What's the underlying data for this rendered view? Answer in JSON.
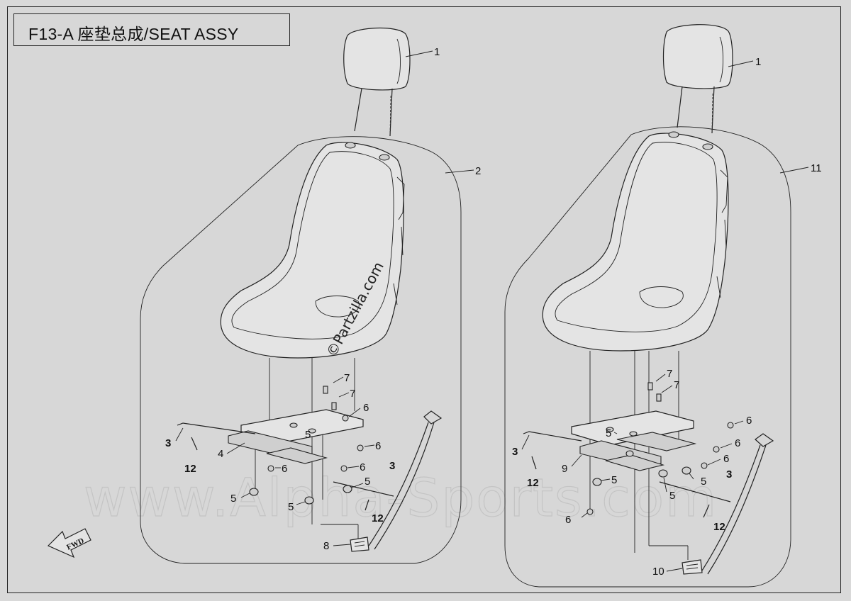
{
  "title": "F13-A 座垫总成/SEAT ASSY",
  "fwd_label": "FWD",
  "watermark": {
    "main": "www.Alpha-Sports.com",
    "partzilla": "©Partzilla.com"
  },
  "left_assembly": {
    "callouts": [
      {
        "id": "l-1",
        "text": "1"
      },
      {
        "id": "l-2",
        "text": "2"
      },
      {
        "id": "l-3a",
        "text": "3"
      },
      {
        "id": "l-3b",
        "text": "3"
      },
      {
        "id": "l-4",
        "text": "4"
      },
      {
        "id": "l-5a",
        "text": "5"
      },
      {
        "id": "l-5b",
        "text": "5"
      },
      {
        "id": "l-5c",
        "text": "5"
      },
      {
        "id": "l-5d",
        "text": "5"
      },
      {
        "id": "l-6a",
        "text": "6"
      },
      {
        "id": "l-6b",
        "text": "6"
      },
      {
        "id": "l-6c",
        "text": "6"
      },
      {
        "id": "l-6d",
        "text": "6"
      },
      {
        "id": "l-7a",
        "text": "7"
      },
      {
        "id": "l-7b",
        "text": "7"
      },
      {
        "id": "l-8",
        "text": "8"
      },
      {
        "id": "l-12a",
        "text": "12"
      },
      {
        "id": "l-12b",
        "text": "12"
      }
    ]
  },
  "right_assembly": {
    "callouts": [
      {
        "id": "r-1",
        "text": "1"
      },
      {
        "id": "r-11",
        "text": "11"
      },
      {
        "id": "r-3a",
        "text": "3"
      },
      {
        "id": "r-3b",
        "text": "3"
      },
      {
        "id": "r-9",
        "text": "9"
      },
      {
        "id": "r-5a",
        "text": "5"
      },
      {
        "id": "r-5b",
        "text": "5"
      },
      {
        "id": "r-5c",
        "text": "5"
      },
      {
        "id": "r-5d",
        "text": "5"
      },
      {
        "id": "r-6a",
        "text": "6"
      },
      {
        "id": "r-6b",
        "text": "6"
      },
      {
        "id": "r-6c",
        "text": "6"
      },
      {
        "id": "r-6d",
        "text": "6"
      },
      {
        "id": "r-7a",
        "text": "7"
      },
      {
        "id": "r-7b",
        "text": "7"
      },
      {
        "id": "r-10",
        "text": "10"
      },
      {
        "id": "r-12a",
        "text": "12"
      },
      {
        "id": "r-12b",
        "text": "12"
      }
    ]
  }
}
